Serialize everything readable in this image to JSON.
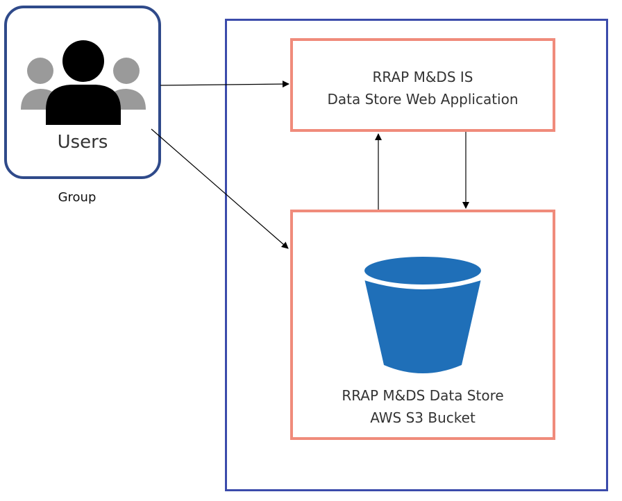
{
  "users_group": {
    "label": "Users",
    "caption": "Group",
    "icon": "users-group-icon"
  },
  "web_app": {
    "line1": "RRAP M&DS IS",
    "line2": "Data Store Web Application"
  },
  "data_store": {
    "line1": "RRAP M&DS Data Store",
    "line2": "AWS S3 Bucket",
    "icon": "s3-bucket-icon"
  },
  "colors": {
    "group_border": "#2f4a8a",
    "boundary_border": "#3b4bab",
    "component_border": "#f08b7b",
    "bucket_fill": "#1f6fb8",
    "user_front": "#000000",
    "user_back": "#9a9a9a"
  }
}
